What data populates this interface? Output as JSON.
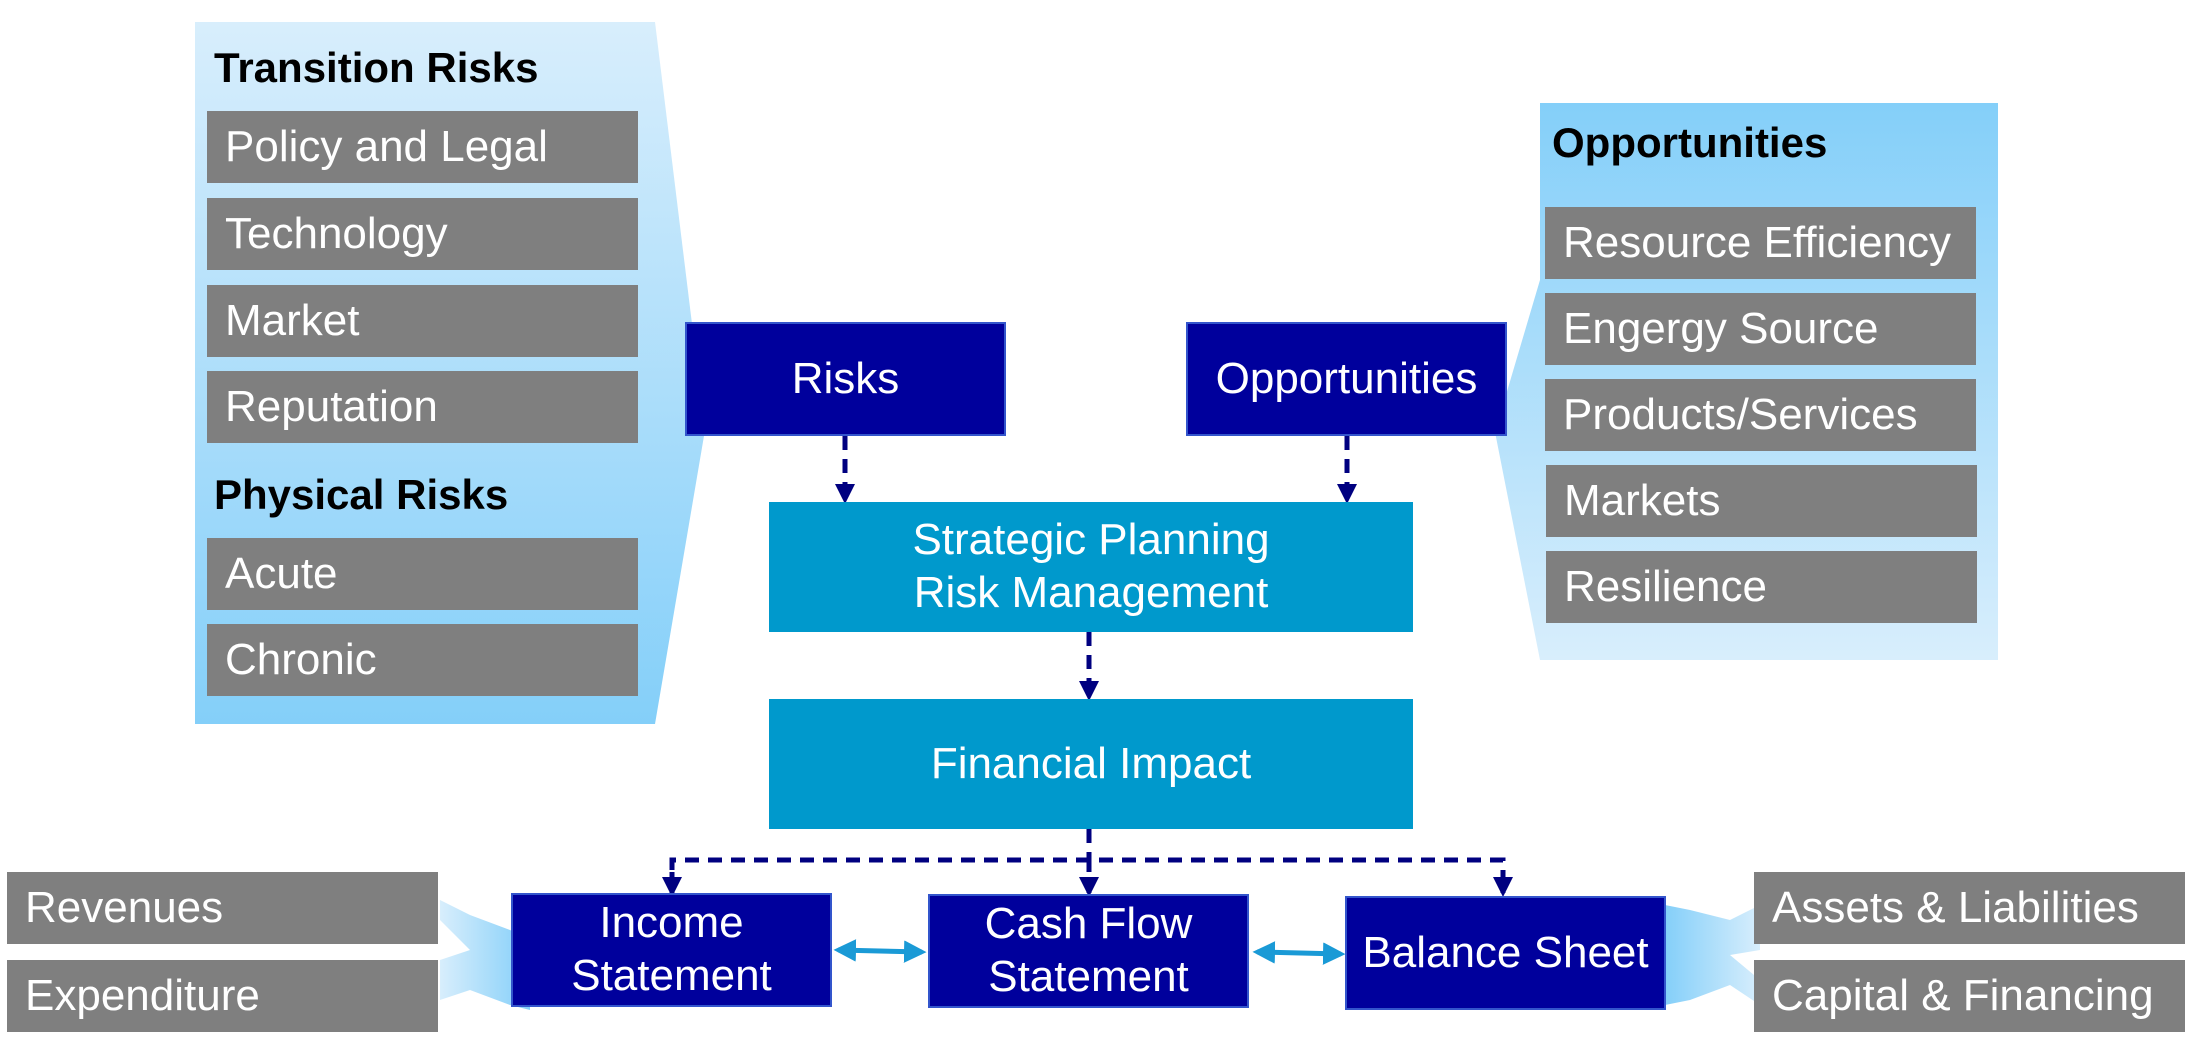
{
  "colors": {
    "navy": "#00009c",
    "teal": "#0099cc",
    "grey": "#7f7f7f",
    "panel_light": "#d8eefc",
    "panel_mid": "#84cff9",
    "arrow": "#000080",
    "double_arrow": "#1a9ad6"
  },
  "transition_panel": {
    "heading": "Transition Risks",
    "items": [
      "Policy and Legal",
      "Technology",
      "Market",
      "Reputation"
    ],
    "physical_heading": "Physical Risks",
    "physical_items": [
      "Acute",
      "Chronic"
    ]
  },
  "opportunities_panel": {
    "heading": "Opportunities",
    "items": [
      "Resource Efficiency",
      "Engergy Source",
      "Products/Services",
      "Markets",
      "Resilience"
    ]
  },
  "center": {
    "risks": "Risks",
    "opportunities": "Opportunities",
    "strategic_line1": "Strategic Planning",
    "strategic_line2": "Risk Management",
    "financial_impact": "Financial Impact"
  },
  "statements": {
    "income_line1": "Income",
    "income_line2": "Statement",
    "cashflow_line1": "Cash Flow",
    "cashflow_line2": "Statement",
    "balance": "Balance Sheet"
  },
  "left_items": [
    "Revenues",
    "Expenditure"
  ],
  "right_items": [
    "Assets & Liabilities",
    "Capital & Financing"
  ]
}
